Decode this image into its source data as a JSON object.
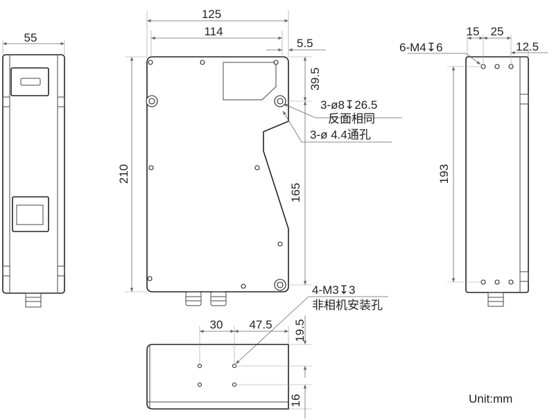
{
  "dimensions": {
    "left_width": "55",
    "top_overall": "125",
    "top_inner": "114",
    "top_offset": "5.5",
    "right_hole_depth": "39.5",
    "height_overall": "210",
    "height_slant": "165",
    "right_v_spacing": "193",
    "right_h15": "15",
    "right_h25": "25",
    "right_h12_5": "12.5",
    "bottom_h30": "30",
    "bottom_h47_5": "47.5",
    "bottom_v19_5": "19.5",
    "bottom_v16": "16"
  },
  "callouts": {
    "counterbore": "3-ø8↧26.5",
    "counterbore_note": "反面相同",
    "through_hole": "3-ø 4.4通孔",
    "m4_threads": "6-M4↧6",
    "m3_threads": "4-M3↧3",
    "m3_note": "非相机安装孔"
  },
  "unit_label": "Unit:mm"
}
